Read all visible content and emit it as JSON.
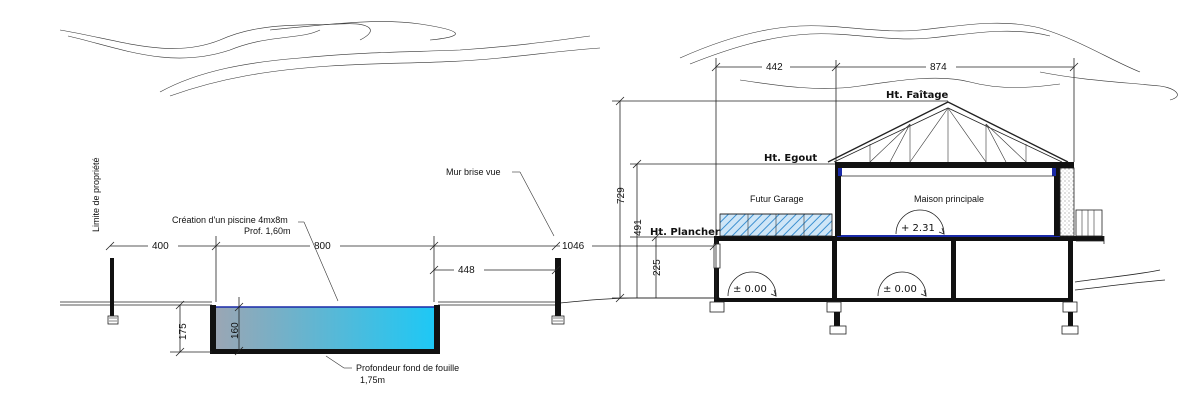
{
  "annotations": {
    "property_limit": "Limite de propriété",
    "pool_creation": "Création d'un piscine 4mx8m",
    "pool_depth": "Prof. 1,60m",
    "excavation_depth_label": "Profondeur fond de fouille",
    "excavation_depth_value": "1,75m",
    "privacy_wall": "Mur brise vue",
    "garage": "Futur Garage",
    "main_house": "Maison principale",
    "ridge_height": "Ht. Faîtage",
    "gutter_height": "Ht. Egout",
    "floor_height": "Ht. Plancher"
  },
  "dimensions": {
    "d400": "400",
    "d800": "800",
    "d448": "448",
    "d1046": "1046",
    "d442": "442",
    "d874": "874",
    "d729": "729",
    "d491": "491",
    "d225": "225",
    "d175": "175",
    "d160": "160"
  },
  "levels": {
    "garage_ground": "± 0.00",
    "house_ground": "± 0.00",
    "house_floor": "+ 2.31"
  },
  "colors": {
    "pool_water_start": "#9aa6b4",
    "pool_water_end": "#1ec8f5",
    "garage_glass": "#4aa3df",
    "slab_blue": "#1a2aa8",
    "line": "#222222"
  }
}
